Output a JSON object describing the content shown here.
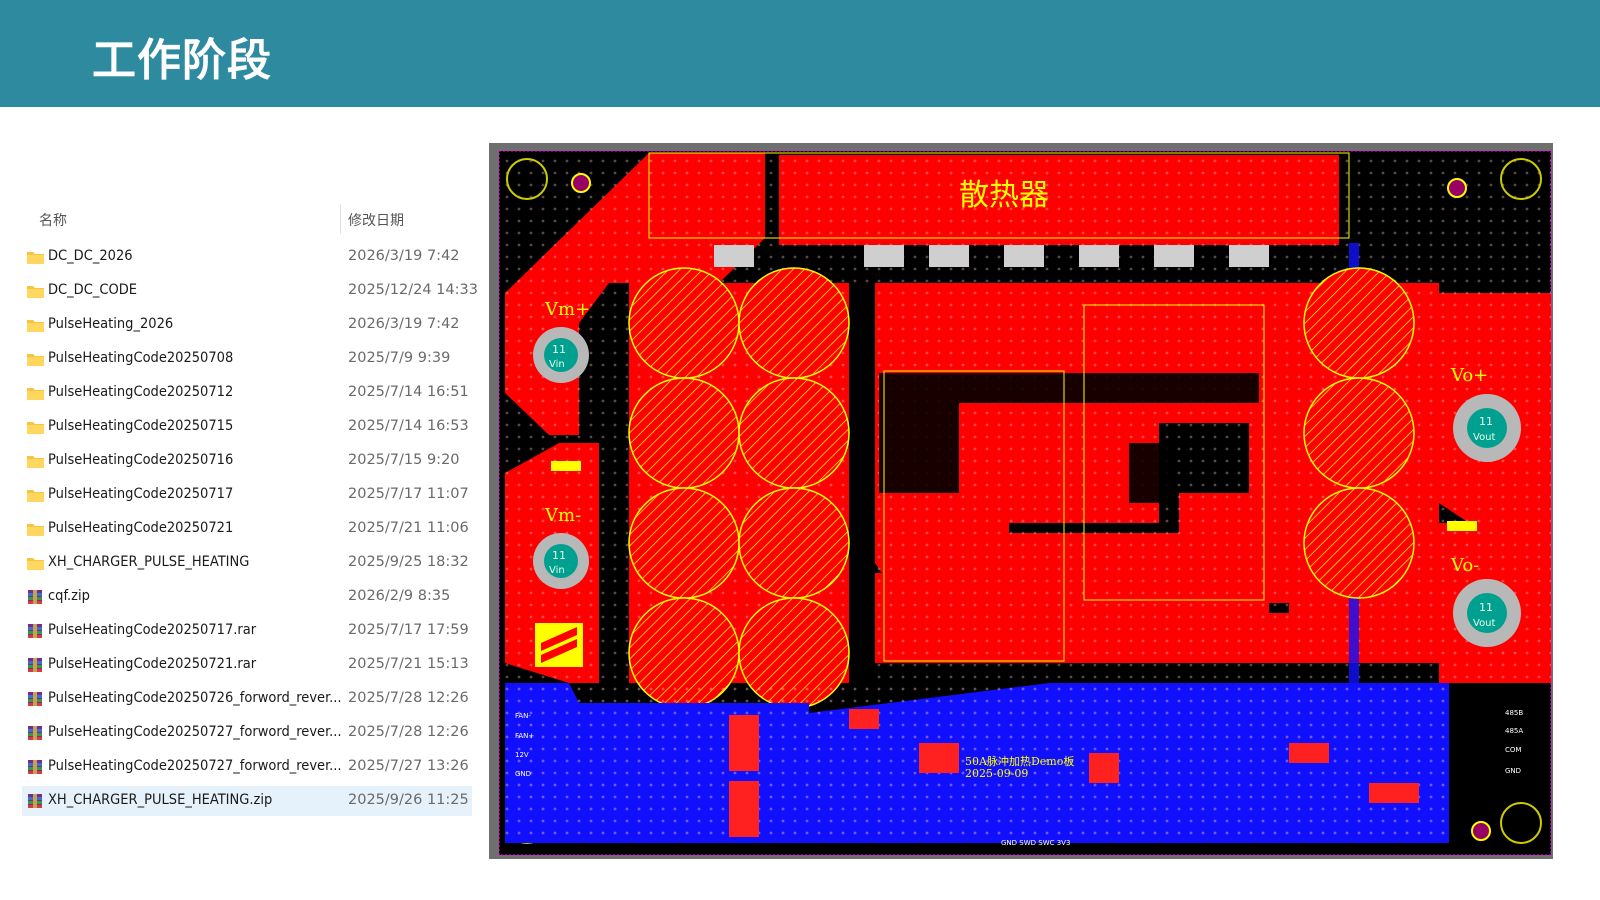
{
  "slide": {
    "title": "工作阶段"
  },
  "explorer": {
    "columns": {
      "name": "名称",
      "modified": "修改日期"
    },
    "items": [
      {
        "name": "DC_DC_2026",
        "date": "2026/3/19 7:42",
        "type": "folder"
      },
      {
        "name": "DC_DC_CODE",
        "date": "2025/12/24 14:33",
        "type": "folder"
      },
      {
        "name": "PulseHeating_2026",
        "date": "2026/3/19 7:42",
        "type": "folder"
      },
      {
        "name": "PulseHeatingCode20250708",
        "date": "2025/7/9 9:39",
        "type": "folder"
      },
      {
        "name": "PulseHeatingCode20250712",
        "date": "2025/7/14 16:51",
        "type": "folder"
      },
      {
        "name": "PulseHeatingCode20250715",
        "date": "2025/7/14 16:53",
        "type": "folder"
      },
      {
        "name": "PulseHeatingCode20250716",
        "date": "2025/7/15 9:20",
        "type": "folder"
      },
      {
        "name": "PulseHeatingCode20250717",
        "date": "2025/7/17 11:07",
        "type": "folder"
      },
      {
        "name": "PulseHeatingCode20250721",
        "date": "2025/7/21 11:06",
        "type": "folder"
      },
      {
        "name": "XH_CHARGER_PULSE_HEATING",
        "date": "2025/9/25 18:32",
        "type": "folder"
      },
      {
        "name": "cqf.zip",
        "date": "2026/2/9 8:35",
        "type": "archive"
      },
      {
        "name": "PulseHeatingCode20250717.rar",
        "date": "2025/7/17 17:59",
        "type": "archive"
      },
      {
        "name": "PulseHeatingCode20250721.rar",
        "date": "2025/7/21 15:13",
        "type": "archive"
      },
      {
        "name": "PulseHeatingCode20250726_forword_rever...",
        "date": "2025/7/28 12:26",
        "type": "archive"
      },
      {
        "name": "PulseHeatingCode20250727_forword_rever...",
        "date": "2025/7/28 12:26",
        "type": "archive"
      },
      {
        "name": "PulseHeatingCode20250727_forword_rever...",
        "date": "2025/7/27 13:26",
        "type": "archive"
      },
      {
        "name": "XH_CHARGER_PULSE_HEATING.zip",
        "date": "2025/9/26 11:25",
        "type": "archive",
        "selected": true
      }
    ]
  },
  "pcb": {
    "heatsink_label": "散热器",
    "terminals": {
      "vm_plus": "Vm+",
      "vm_minus": "Vm-",
      "vo_plus": "Vo+",
      "vo_minus": "Vo-",
      "pad_num": "11",
      "vin_pad": "Vin",
      "vout_pad": "Vout"
    },
    "board_title": "50A脉冲加热Demo板",
    "board_date": "2025-09-09",
    "connectors": {
      "fan_minus": "FAN-",
      "fan_plus": "FAN+",
      "v12": "12V",
      "gnd": "GND",
      "r485b": "485B",
      "r485a": "485A",
      "com": "COM"
    },
    "swd": "GND  SWD  SWC  3V3",
    "colors": {
      "copper_top": "#ff0000",
      "copper_bottom": "#1010ff",
      "background": "#000000",
      "silk": "#ffff00",
      "header": "#2e8a9e"
    }
  }
}
